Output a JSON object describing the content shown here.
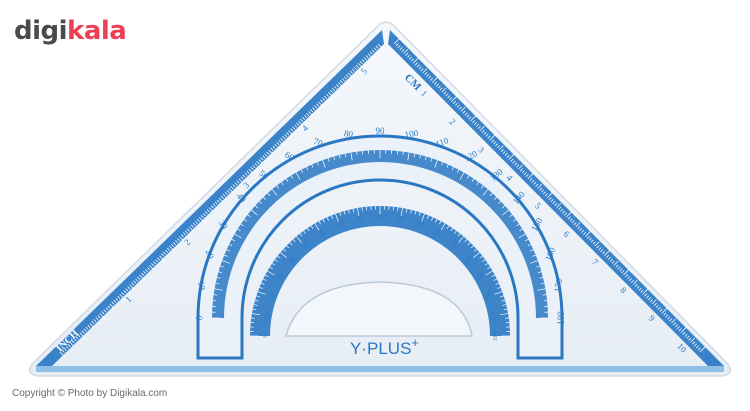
{
  "watermark": {
    "logo_prefix": "digi",
    "logo_suffix": "kala",
    "credit_line": "Copyright ©  Photo by Digikala.com",
    "colors": {
      "prefix": "#4a4a4a",
      "suffix": "#ef3f55"
    }
  },
  "product": {
    "brand_mark": "Y·PLUS",
    "brand_plus": "+",
    "edge_left_unit": "INCH",
    "edge_right_unit": "CM",
    "inch_labels": [
      "1",
      "2",
      "3",
      "4",
      "5"
    ],
    "cm_labels": [
      "1",
      "2",
      "3",
      "4",
      "5",
      "6",
      "7",
      "8",
      "9",
      "10"
    ],
    "outer_arc_labels": [
      "0",
      "10",
      "20",
      "30",
      "40",
      "50",
      "60",
      "70",
      "80",
      "90",
      "100",
      "110",
      "120",
      "130",
      "140",
      "150",
      "160",
      "170",
      "180"
    ],
    "inner_arc_labels": [
      "0",
      "10",
      "20",
      "30",
      "40",
      "50",
      "60",
      "70",
      "80",
      "90",
      "100",
      "110",
      "120",
      "130",
      "140",
      "150",
      "160",
      "170",
      "180"
    ],
    "colors": {
      "accent": "#2a78c4",
      "accent_light": "#5aa0dc",
      "plastic": "#eef3f8"
    }
  }
}
